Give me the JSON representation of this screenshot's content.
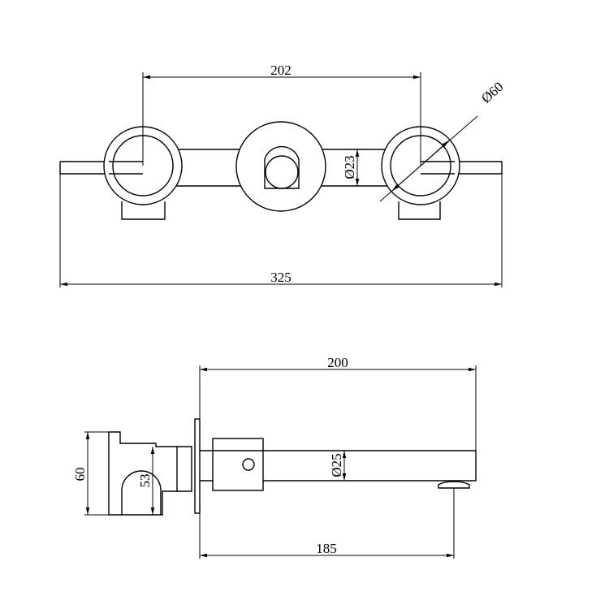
{
  "top_view": {
    "dims": {
      "handle_spacing": "202",
      "diameter_handle": "Ø60",
      "diameter_body": "Ø23",
      "overall_width": "325"
    }
  },
  "side_view": {
    "dims": {
      "spout_length": "200",
      "spout_diameter": "Ø25",
      "body_height": "60",
      "inner_height": "53",
      "wall_to_outlet": "185"
    }
  }
}
